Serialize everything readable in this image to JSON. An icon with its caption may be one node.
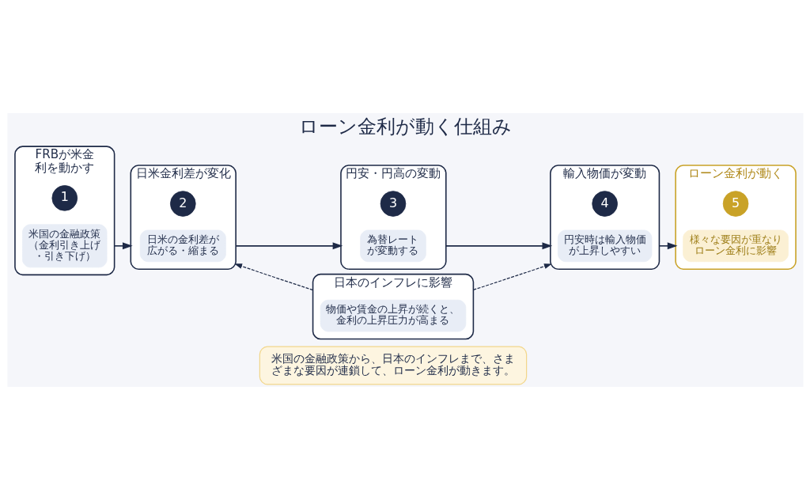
{
  "diagram": {
    "title": "ローン金利が動く仕組み",
    "nodes": [
      {
        "text": [
          "FRBが米金利を動かす"
        ]
      },
      {
        "text": [
          "1"
        ],
        "in": 0
      },
      {
        "text": [
          "米国の金融政策（金利引き上げ・引き下げ）"
        ],
        "in": 0
      },
      {
        "text": [
          "日米金利差が変化"
        ]
      },
      {
        "text": [
          "2"
        ],
        "in": 3
      },
      {
        "text": [
          "日米の金利差が広がる・縮まる"
        ],
        "in": 3
      },
      {
        "text": [
          "円安・円高の変動"
        ]
      },
      {
        "text": [
          "3"
        ],
        "in": 6
      },
      {
        "text": [
          "為替レートが変動する"
        ],
        "in": 6
      },
      {
        "text": [
          "輸入物価が変動"
        ]
      },
      {
        "text": [
          "4"
        ],
        "in": 9
      },
      {
        "text": [
          "円安時は輸入物価が上昇しやすい"
        ],
        "in": 9
      },
      {
        "text": [
          "ローン金利が動く"
        ]
      },
      {
        "text": [
          "5"
        ],
        "in": 12
      },
      {
        "text": [
          "様々な要因が重なりローン金利に影響"
        ],
        "in": 12
      },
      {
        "text": [
          "日本のインフレに影響"
        ]
      },
      {
        "text": [
          "物価や賃金の上昇が続くと、金利の上昇圧力が高まる"
        ],
        "in": 15
      },
      {
        "text": [
          "米国の金融政策から、日本のインフレまで、さまざまな要因が連鎖して、ローン金利が動きます。"
        ]
      }
    ],
    "edges": [
      {
        "from": 0,
        "to": 3,
        "arrow": "to"
      },
      {
        "from": 3,
        "to": 6,
        "arrow": "to"
      },
      {
        "from": 6,
        "to": 9,
        "arrow": "to"
      },
      {
        "from": 9,
        "to": 12,
        "arrow": "to"
      },
      {
        "from": 15,
        "to": 3,
        "arrow": "to",
        "style": "dashed"
      },
      {
        "from": 15,
        "to": 9,
        "arrow": "to",
        "style": "dashed"
      }
    ]
  }
}
